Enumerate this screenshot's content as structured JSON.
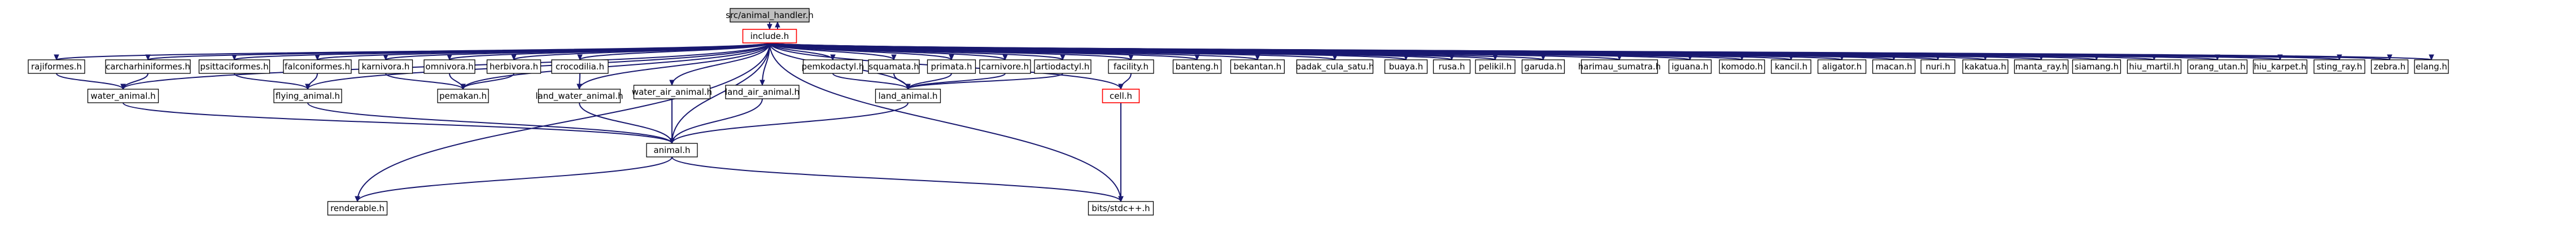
{
  "nodes": [
    {
      "id": "src/animal_handler.h"
    },
    {
      "id": "include.h"
    },
    {
      "id": "rajiformes.h"
    },
    {
      "id": "carcharhiniformes.h"
    },
    {
      "id": "psittaciformes.h"
    },
    {
      "id": "falconiformes.h"
    },
    {
      "id": "karnivora.h"
    },
    {
      "id": "omnivora.h"
    },
    {
      "id": "herbivora.h"
    },
    {
      "id": "crocodilia.h"
    },
    {
      "id": "water_air_animal.h"
    },
    {
      "id": "land_air_animal.h"
    },
    {
      "id": "pemkodactyl.h"
    },
    {
      "id": "squamata.h"
    },
    {
      "id": "primata.h"
    },
    {
      "id": "carnivore.h"
    },
    {
      "id": "artiodactyl.h"
    },
    {
      "id": "facility.h"
    },
    {
      "id": "banteng.h"
    },
    {
      "id": "bekantan.h"
    },
    {
      "id": "badak_cula_satu.h"
    },
    {
      "id": "buaya.h"
    },
    {
      "id": "rusa.h"
    },
    {
      "id": "pelikil.h"
    },
    {
      "id": "garuda.h"
    },
    {
      "id": "harimau_sumatra.h"
    },
    {
      "id": "iguana.h"
    },
    {
      "id": "komodo.h"
    },
    {
      "id": "kancil.h"
    },
    {
      "id": "aligator.h"
    },
    {
      "id": "macan.h"
    },
    {
      "id": "nuri.h"
    },
    {
      "id": "kakatua.h"
    },
    {
      "id": "manta_ray.h"
    },
    {
      "id": "siamang.h"
    },
    {
      "id": "hiu_martil.h"
    },
    {
      "id": "orang_utan.h"
    },
    {
      "id": "hiu_karpet.h"
    },
    {
      "id": "sting_ray.h"
    },
    {
      "id": "zebra.h"
    },
    {
      "id": "elang.h"
    },
    {
      "id": "water_animal.h"
    },
    {
      "id": "flying_animal.h"
    },
    {
      "id": "pemakan.h"
    },
    {
      "id": "land_water_animal.h"
    },
    {
      "id": "land_animal.h"
    },
    {
      "id": "cell.h"
    },
    {
      "id": "animal.h"
    },
    {
      "id": "renderable.h"
    },
    {
      "id": "bits/stdc++.h"
    }
  ],
  "colors": {
    "edge": "#191970",
    "highlight": "#ff0000",
    "root_fill": "#bfbfbf"
  }
}
